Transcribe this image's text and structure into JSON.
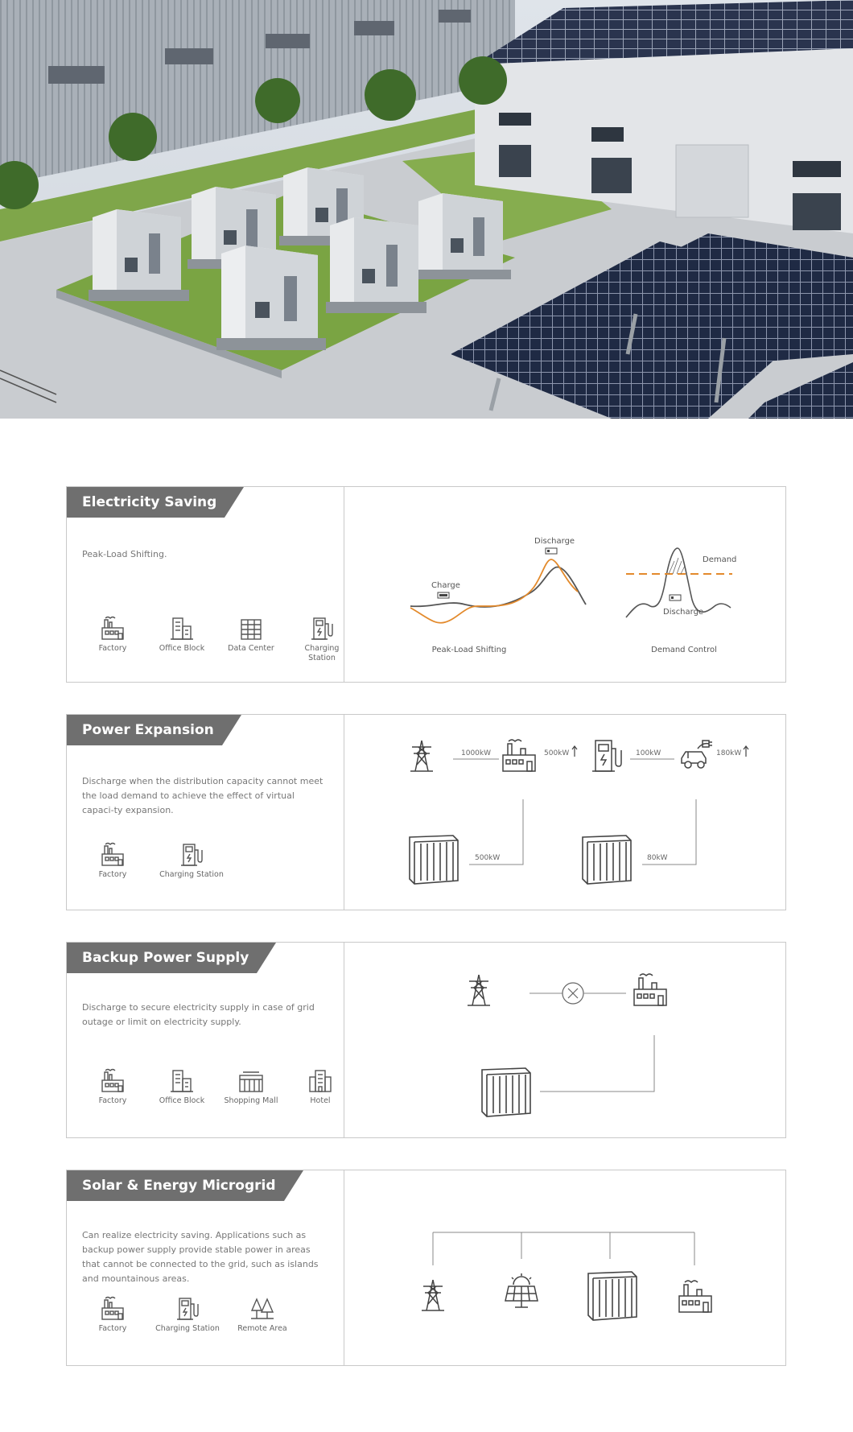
{
  "sections": [
    {
      "title": "Electricity Saving",
      "description": "Peak-Load Shifting.",
      "apps": [
        {
          "icon": "factory-icon",
          "label": "Factory"
        },
        {
          "icon": "office-block-icon",
          "label": "Office Block"
        },
        {
          "icon": "data-center-icon",
          "label": "Data Center"
        },
        {
          "icon": "charging-station-icon",
          "label": "Charging Station"
        }
      ],
      "diagram": {
        "charge": "Charge",
        "discharge": "Discharge",
        "demand": "Demand",
        "discharge2": "Discharge",
        "caption1": "Peak-Load Shifting",
        "caption2": "Demand Control"
      }
    },
    {
      "title": "Power Expansion",
      "description": "Discharge when the distribution capacity cannot meet the load demand to achieve the effect of virtual capaci-ty expansion.",
      "apps": [
        {
          "icon": "factory-icon",
          "label": "Factory"
        },
        {
          "icon": "charging-station-icon",
          "label": "Charging Station"
        }
      ],
      "diagram": {
        "grid1": "1000kW",
        "load1": "500kW",
        "grid2": "100kW",
        "load2": "180kW",
        "storage1": "500kW",
        "storage2": "80kW"
      }
    },
    {
      "title": "Backup Power Supply",
      "description": "Discharge to secure electricity supply in case of grid outage or limit on electricity supply.",
      "apps": [
        {
          "icon": "factory-icon",
          "label": "Factory"
        },
        {
          "icon": "office-block-icon",
          "label": "Office Block"
        },
        {
          "icon": "shopping-mall-icon",
          "label": "Shopping Mall"
        },
        {
          "icon": "hotel-icon",
          "label": "Hotel"
        }
      ]
    },
    {
      "title": "Solar & Energy Microgrid",
      "description": "Can realize electricity saving. Applications such as backup power supply provide stable power in areas that cannot be connected to the grid, such as islands and mountainous areas.",
      "apps": [
        {
          "icon": "factory-icon",
          "label": "Factory"
        },
        {
          "icon": "charging-station-icon",
          "label": "Charging Station"
        },
        {
          "icon": "remote-area-icon",
          "label": "Remote Area"
        }
      ]
    }
  ],
  "colors": {
    "tab": "#6f6f6f",
    "border": "#c9c9c9",
    "orange": "#e38a2c",
    "line_dark": "#555555"
  }
}
